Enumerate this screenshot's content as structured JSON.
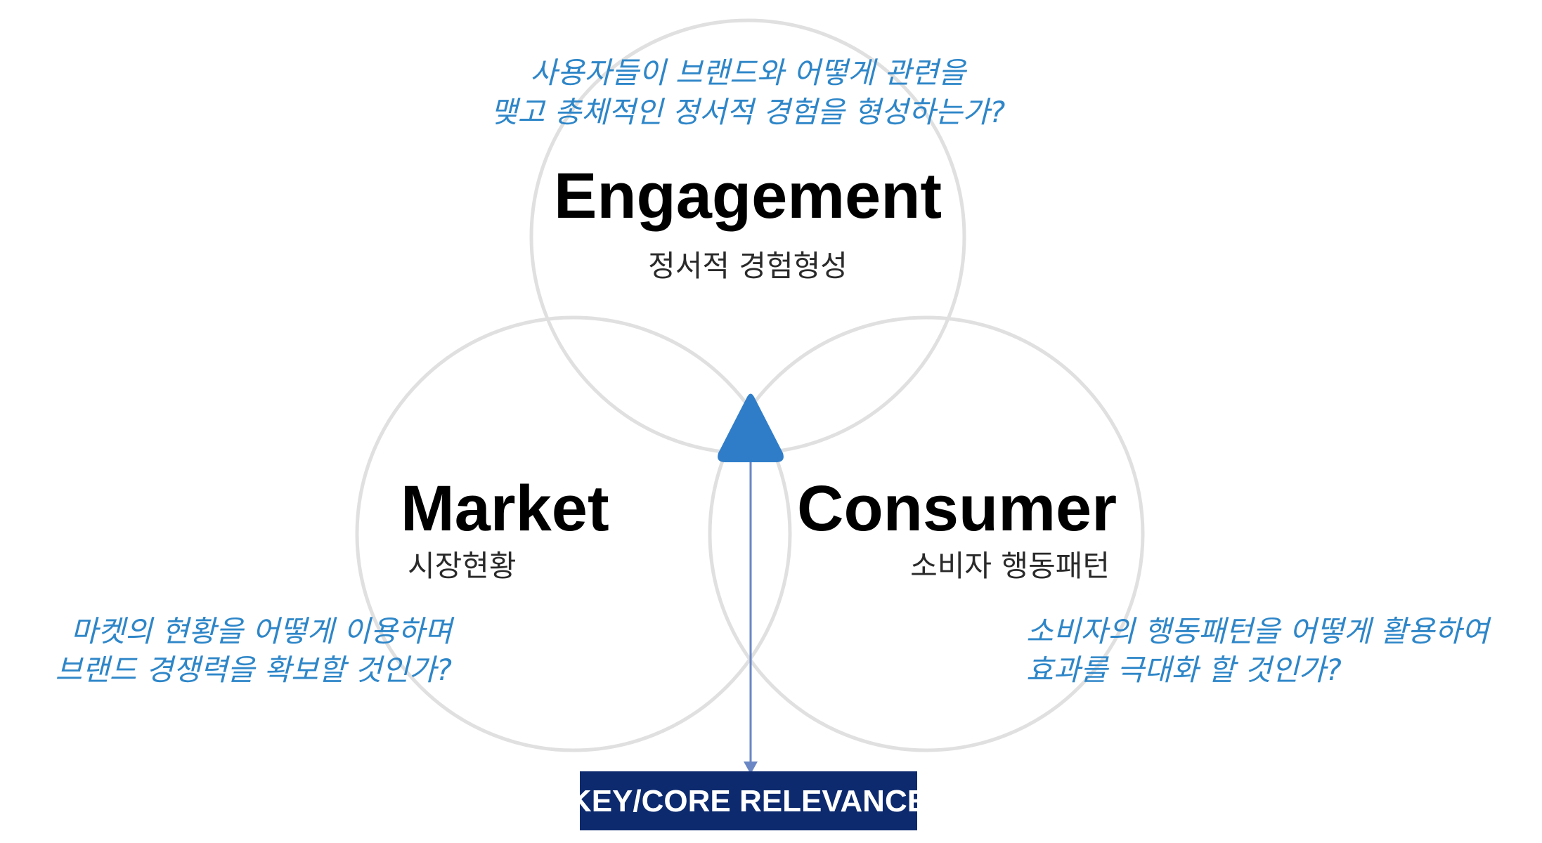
{
  "colors": {
    "circle_stroke": "#e0e0e0",
    "question_text": "#2e86c8",
    "triangle": "#2f7dc9",
    "arrow": "#6a86c4",
    "key_box": "#0d2a6e",
    "key_text": "#ffffff"
  },
  "engagement": {
    "title": "Engagement",
    "subtitle": "정서적 경험형성",
    "question_line1": "사용자들이 브랜드와 어떻게 관련을",
    "question_line2": "맺고 총체적인 정서적 경험을 형성하는가?"
  },
  "market": {
    "title": "Market",
    "subtitle": "시장현황",
    "question_line1": "마켓의 현황을 어떻게 이용하며",
    "question_line2": "브랜드 경쟁력을 확보할 것인가?"
  },
  "consumer": {
    "title": "Consumer",
    "subtitle": "소비자 행동패턴",
    "question_line1": "소비자의 행동패턴을 어떻게 활용하여",
    "question_line2": "효과를 극대화 할 것인가?"
  },
  "center_marker": {
    "icon": "triangle-icon"
  },
  "key_label": "KEY/CORE RELEVANCE"
}
